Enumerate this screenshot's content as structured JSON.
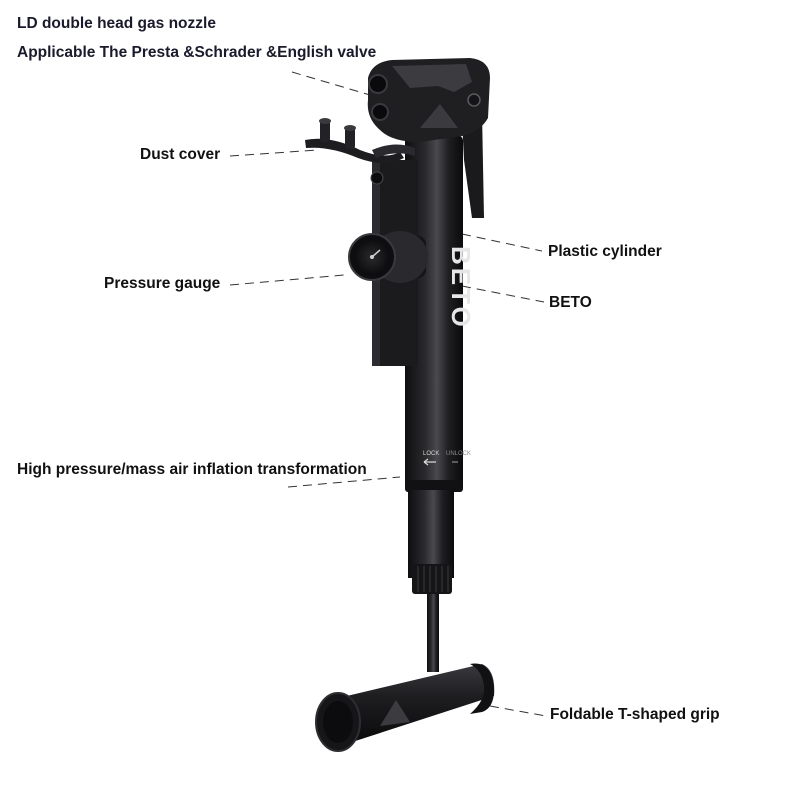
{
  "annotations": {
    "nozzle_title": "LD double head gas nozzle",
    "nozzle_subtitle": "Applicable The Presta &Schrader &English valve",
    "dust_cover": "Dust cover",
    "plastic_cylinder": "Plastic cylinder",
    "pressure_gauge": "Pressure gauge",
    "brand": "BETO",
    "transformation": "High pressure/mass air inflation transformation",
    "grip": "Foldable T-shaped grip"
  },
  "product": {
    "logo_text": "BETO",
    "lock_text": "LOCK",
    "unlock_text": "UNLOCK"
  },
  "colors": {
    "body": "#1c1c1e",
    "highlight": "#5a5a5e",
    "leader_line": "#333333",
    "text": "#111111"
  }
}
